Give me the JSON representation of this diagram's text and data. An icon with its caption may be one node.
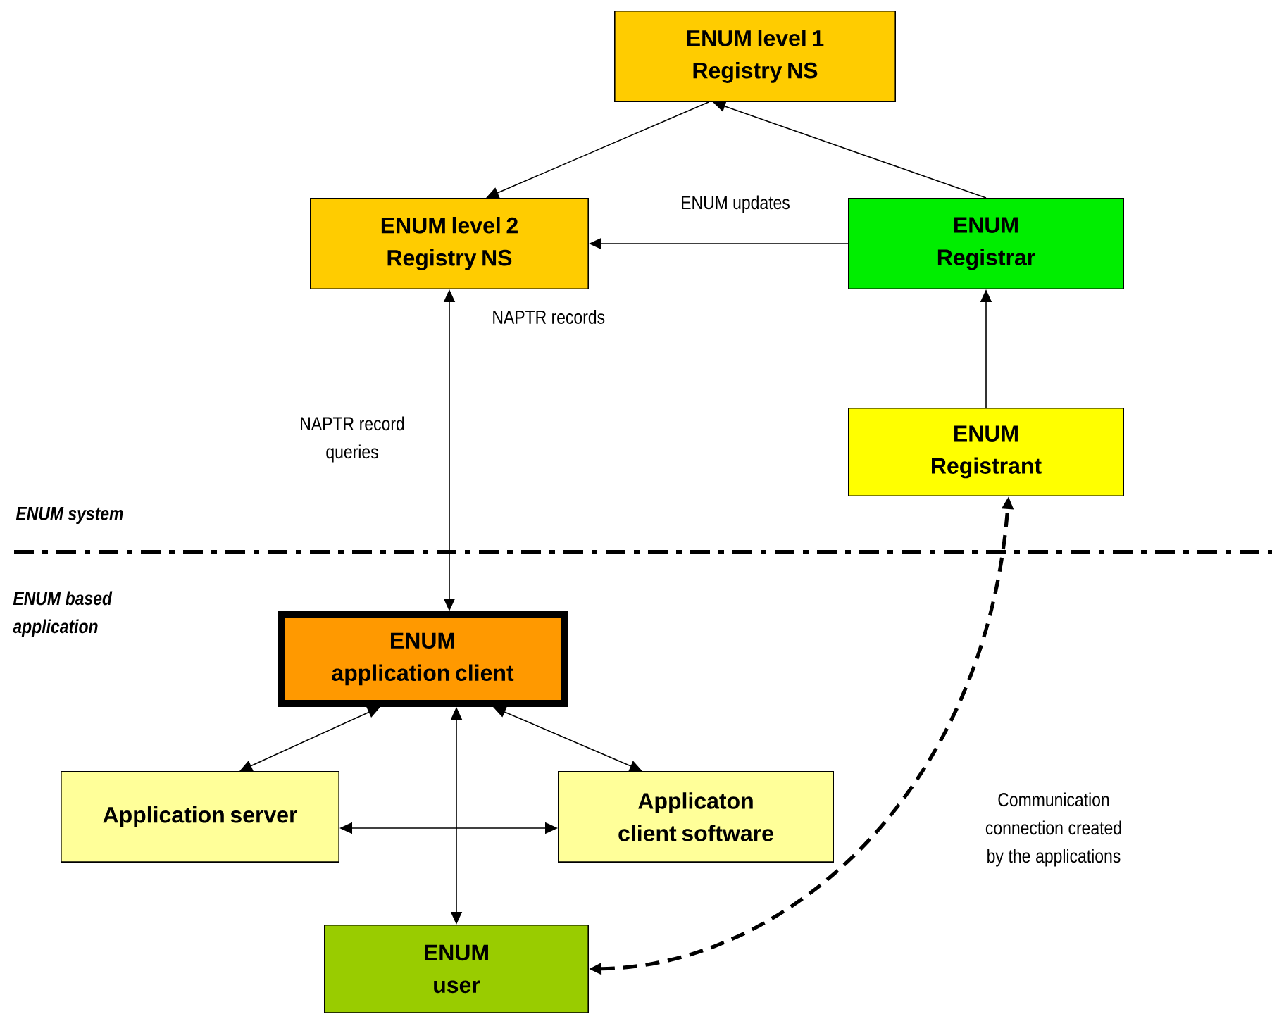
{
  "diagram": {
    "nodes": [
      {
        "text": [
          "ENUM level 1 Registry NS"
        ]
      },
      {
        "text": [
          "ENUM level 2 Registry NS"
        ]
      },
      {
        "text": [
          "ENUM Registrar"
        ]
      },
      {
        "text": [
          "ENUM Registrant"
        ]
      },
      {
        "text": [
          "ENUM application client"
        ]
      },
      {
        "text": [
          "Application server"
        ]
      },
      {
        "text": [
          "Applicaton client software"
        ]
      },
      {
        "text": [
          "ENUM user"
        ]
      }
    ],
    "edges": [
      {
        "from": 0,
        "to": 1,
        "arrow": "to"
      },
      {
        "from": 2,
        "to": 0,
        "arrow": "to"
      },
      {
        "from": 2,
        "to": 1,
        "arrow": "to",
        "label": "ENUM updates"
      },
      {
        "from": 3,
        "to": 2,
        "arrow": "to"
      },
      {
        "from": 4,
        "to": 1,
        "arrow": "both",
        "label": "NAPTR record queries"
      },
      {
        "from": 4,
        "to": 5,
        "arrow": "both"
      },
      {
        "from": 4,
        "to": 6,
        "arrow": "both"
      },
      {
        "from": 5,
        "to": 6,
        "arrow": "both"
      },
      {
        "from": 4,
        "to": 7,
        "arrow": "both"
      },
      {
        "from": 7,
        "to": 3,
        "arrow": "both",
        "style": "dashed",
        "label": "Communication connection created by the applications"
      }
    ],
    "labels": [
      "NAPTR records",
      "ENUM system",
      "ENUM based application"
    ]
  }
}
